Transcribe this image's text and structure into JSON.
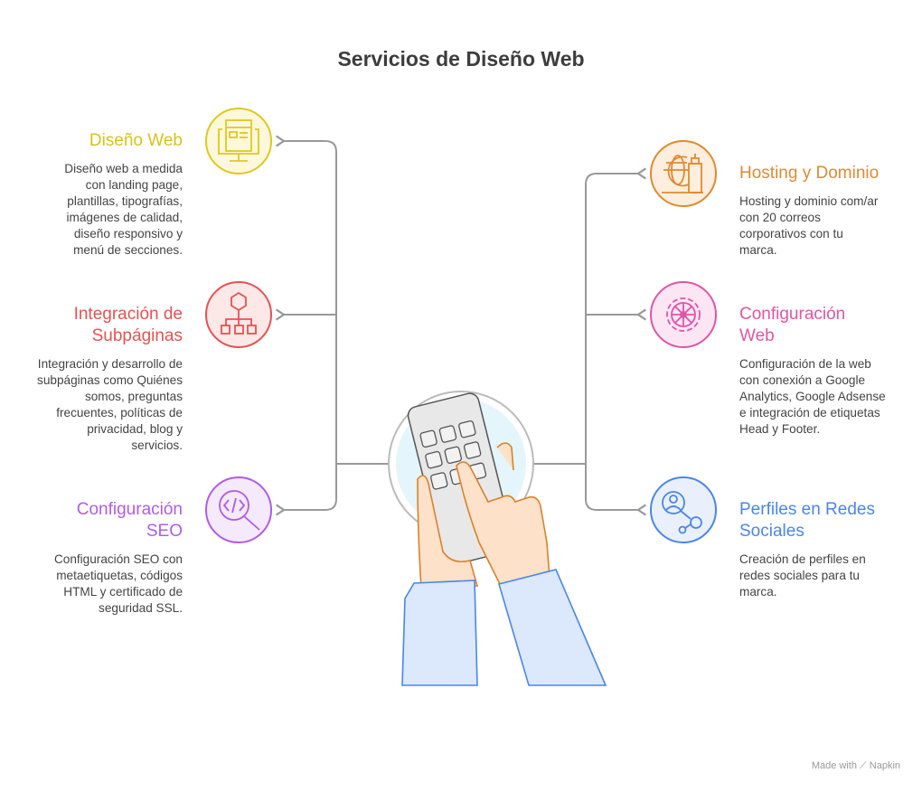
{
  "title": "Servicios de Diseño Web",
  "items": [
    {
      "title": "Diseño Web",
      "desc": "Diseño web a medida con landing page, plantillas, tipografías, imágenes de calidad, diseño responsivo y menú de secciones.",
      "color": "#e0c81e",
      "icon": "web-design-monitor-icon"
    },
    {
      "title": "Integración de Subpáginas",
      "desc": "Integración y desarrollo de subpáginas como Quiénes somos, preguntas frecuentes, políticas de privacidad, blog y servicios.",
      "color": "#e65252",
      "icon": "hierarchy-icon"
    },
    {
      "title": "Configuración SEO",
      "desc": "Configuración SEO con metaetiquetas, códigos HTML y certificado de seguridad SSL.",
      "color": "#b05ce6",
      "icon": "code-search-icon"
    },
    {
      "title": "Hosting y Dominio",
      "desc": "Hosting y dominio com/ar con 20 correos corporativos con tu marca.",
      "color": "#e08a30",
      "icon": "globe-building-icon"
    },
    {
      "title": "Configuración Web",
      "desc": "Configuración de la web con conexión a Google Analytics, Google Adsense e integración de etiquetas Head y Footer.",
      "color": "#e055a8",
      "icon": "gear-icon"
    },
    {
      "title": "Perfiles en Redes Sociales",
      "desc": "Creación de perfiles en redes sociales para tu marca.",
      "color": "#4a86e8",
      "icon": "social-profile-icon"
    }
  ],
  "footer": "Made with ⟋ Napkin"
}
